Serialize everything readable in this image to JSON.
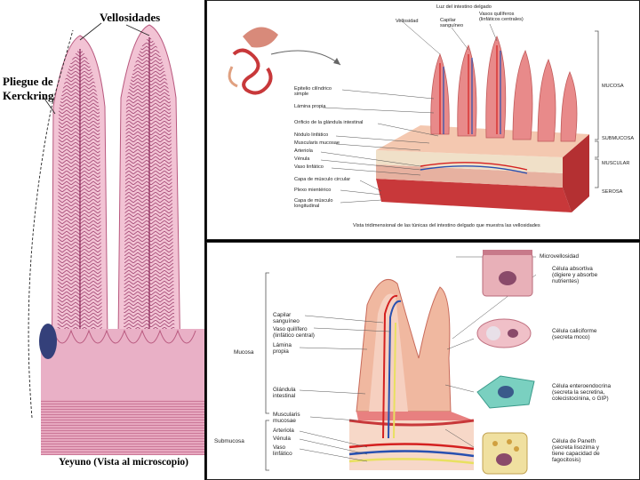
{
  "left_panel": {
    "title_villi": "Vellosidades",
    "fold_label": "Pliegue de\nKerckring",
    "caption": "Yeyuno (Vista al microscopio)"
  },
  "top_right": {
    "top_title": "Luz del intestino delgado",
    "labels_top": [
      "Vellosidad",
      "Capilar\nsanguíneo",
      "Vasos quilíferos\n(linfáticos centrales)"
    ],
    "labels_left": [
      "Epitelio cilíndrico\nsimple",
      "Lámina propia",
      "Orificio de la glándula intestinal",
      "Nódulo linfático",
      "Muscularis mucosae",
      "Arteriola",
      "Vénula",
      "Vaso linfático",
      "Capa de músculo circular",
      "Plexo mientérico",
      "Capa de músculo\nlongitudinal"
    ],
    "labels_right": [
      "MUCOSA",
      "SUBMUCOSA",
      "MUSCULAR",
      "SEROSA"
    ],
    "caption": "Vista tridimensional de las túnicas del intestino delgado que muestra las vellosidades"
  },
  "bottom_right": {
    "labels_left": [
      "Capilar\nsanguíneo",
      "Vaso quilífero\n(linfático central)",
      "Lámina\npropia",
      "Glándula\nintestinal",
      "Muscularis\nmucosae",
      "Arteriola",
      "Vénula",
      "Vaso\nlinfático"
    ],
    "layer_labels": [
      "Mucosa",
      "Submucosa"
    ],
    "cell_labels": [
      "Microvellosidad",
      "Célula absortiva\n(digiere y absorbe\nnutrientes)",
      "Célula caliciforme\n(secreta moco)",
      "Célula enteroendocrina\n(secreta la secretina,\ncolecistocinina, o GIP)",
      "Célula de Paneth\n(secreta lisozima y\ntiene capacidad de\nfagocitosis)"
    ]
  },
  "colors": {
    "tissue_pink": "#e8a0b8",
    "muscle_red": "#c8383a",
    "artery": "#d42020",
    "vein": "#2850b0",
    "lymph": "#e8e060"
  }
}
